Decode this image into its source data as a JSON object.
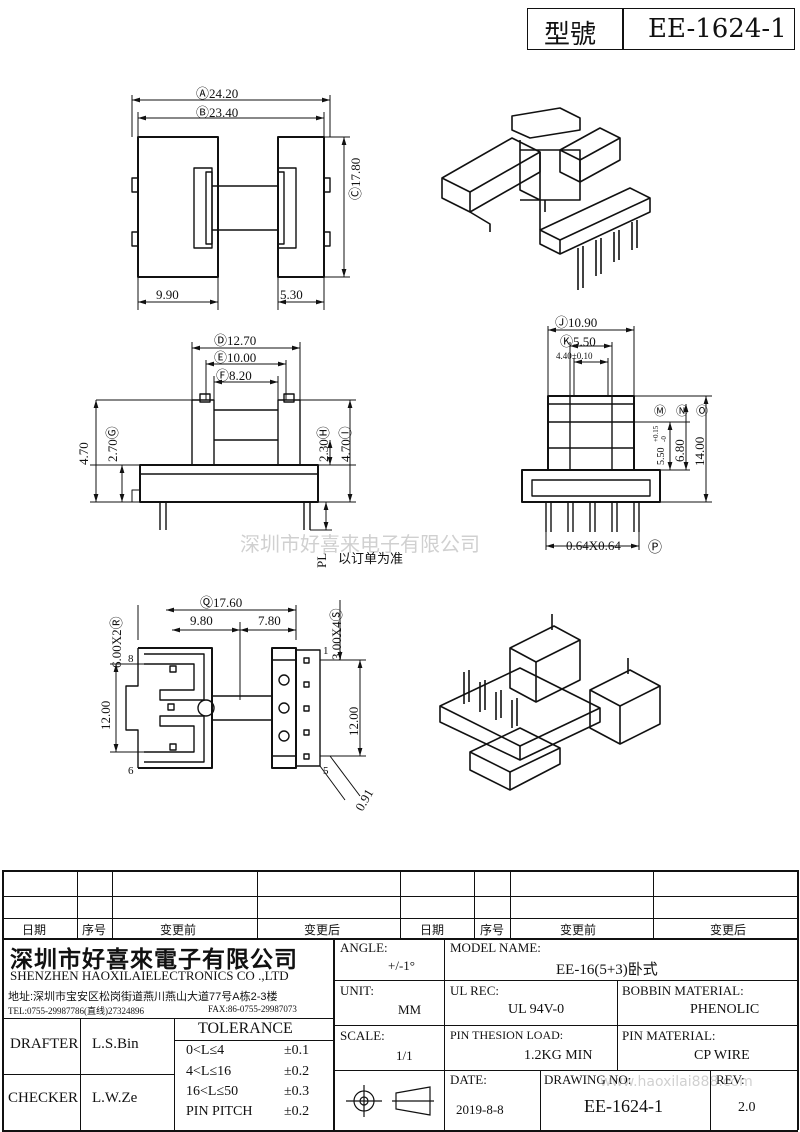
{
  "title_block": {
    "model_label": "型號",
    "model_value": "EE-1624-1"
  },
  "dimensions": {
    "top_view": {
      "a": "Ⓐ24.20",
      "b": "Ⓑ23.40",
      "c": "Ⓒ17.80",
      "left_width": "9.90",
      "right_width": "5.30"
    },
    "side_view": {
      "d": "Ⓓ12.70",
      "e": "Ⓔ10.00",
      "f": "Ⓕ8.20",
      "g": "2.70Ⓖ",
      "h": "2.30Ⓗ",
      "i": "4.70Ⓘ",
      "left_height": "4.70",
      "pl": "PL",
      "pl_note": "以订单为准"
    },
    "end_view": {
      "j": "Ⓙ10.90",
      "k": "Ⓚ5.50",
      "l": "4.40±0.10",
      "m": "Ⓜ",
      "n": "Ⓝ",
      "o": "Ⓞ",
      "h1": "5.50",
      "h1_tol_upper": "+0.15",
      "h1_tol_lower": "-0",
      "h2": "6.80",
      "h3": "14.00",
      "pin_size": "0.64X0.64",
      "p": "Ⓟ"
    },
    "bottom_view": {
      "q": "Ⓠ17.60",
      "left": "9.80",
      "right": "7.80",
      "r": "6.00X2Ⓡ",
      "s": "3.00X4Ⓢ",
      "height_left": "12.00",
      "height_right": "12.00",
      "angle_dim": "0.91",
      "pin8": "8",
      "pin6": "6",
      "pin1": "1",
      "pin5": "5"
    }
  },
  "watermark": {
    "company": "深圳市好喜来电子有限公司",
    "url": "www.haoxilai888.com"
  },
  "revision_table": {
    "headers": [
      "日期",
      "序号",
      "变更前",
      "变更后",
      "日期",
      "序号",
      "变更前",
      "变更后"
    ]
  },
  "company": {
    "name_cn": "深圳市好喜來電子有限公司",
    "name_en": "SHENZHEN HAOXILAIELECTRONICS CO .,LTD",
    "address": "地址:深圳市宝安区松岗街道燕川燕山大道77号A栋2-3楼",
    "tel": "TEL:0755-29987786(直线)27324896",
    "fax": "FAX:86-0755-29987073"
  },
  "people": {
    "drafter_label": "DRAFTER",
    "drafter": "L.S.Bin",
    "checker_label": "CHECKER",
    "checker": "L.W.Ze"
  },
  "tolerance": {
    "title": "TOLERANCE",
    "rows": [
      {
        "range": "0<L≤4",
        "value": "±0.1"
      },
      {
        "range": "4<L≤16",
        "value": "±0.2"
      },
      {
        "range": "16<L≤50",
        "value": "±0.3"
      },
      {
        "range": "PIN PITCH",
        "value": "±0.2"
      }
    ]
  },
  "specs": {
    "angle_label": "ANGLE:",
    "angle": "+/-1°",
    "unit_label": "UNIT:",
    "unit": "MM",
    "scale_label": "SCALE:",
    "scale": "1/1",
    "model_name_label": "MODEL NAME:",
    "model_name": "EE-16(5+3)卧式",
    "ul_rec_label": "UL REC:",
    "ul_rec": "UL 94V-0",
    "bobbin_material_label": "BOBBIN MATERIAL:",
    "bobbin_material": "PHENOLIC",
    "pin_tension_label": "PIN THESION LOAD:",
    "pin_tension": "1.2KG MIN",
    "pin_material_label": "PIN MATERIAL:",
    "pin_material": "CP WIRE",
    "date_label": "DATE:",
    "date": "2019-8-8",
    "drawing_no_label": "DRAWING NO:",
    "drawing_no": "EE-1624-1",
    "rev_label": "REV:",
    "rev": "2.0"
  }
}
